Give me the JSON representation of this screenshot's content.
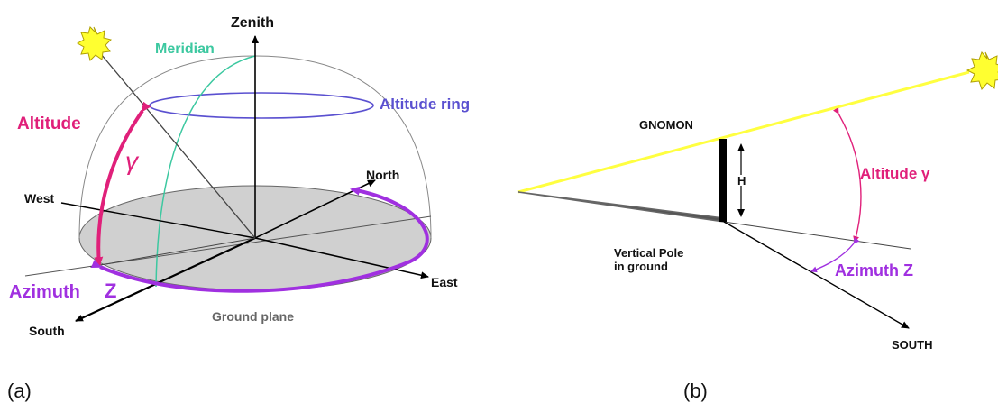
{
  "panel_a": {
    "caption": "(a)",
    "labels": {
      "zenith": "Zenith",
      "meridian": "Meridian",
      "altitude_ring": "Altitude ring",
      "altitude": "Altitude",
      "gamma": "γ",
      "west": "West",
      "north": "North",
      "east": "East",
      "south": "South",
      "azimuth": "Azimuth",
      "azimuth_z": "Z",
      "ground_plane": "Ground plane"
    }
  },
  "panel_b": {
    "caption": "(b)",
    "labels": {
      "gnomon": "GNOMON",
      "h": "H",
      "altitude_gamma": "Altitude γ",
      "vertical_pole_1": "Vertical Pole",
      "vertical_pole_2": "in ground",
      "azimuth_z": "Azimuth Z",
      "south": "SOUTH"
    }
  },
  "colors": {
    "meridian": "#3cc8a0",
    "altitude_ring": "#5a50d0",
    "altitude": "#e0207a",
    "azimuth": "#a030e0",
    "sun_fill": "#ffff30",
    "sun_ray": "#e6d400",
    "ground": "#d0d0d0",
    "sun_line": "#ffff40"
  }
}
